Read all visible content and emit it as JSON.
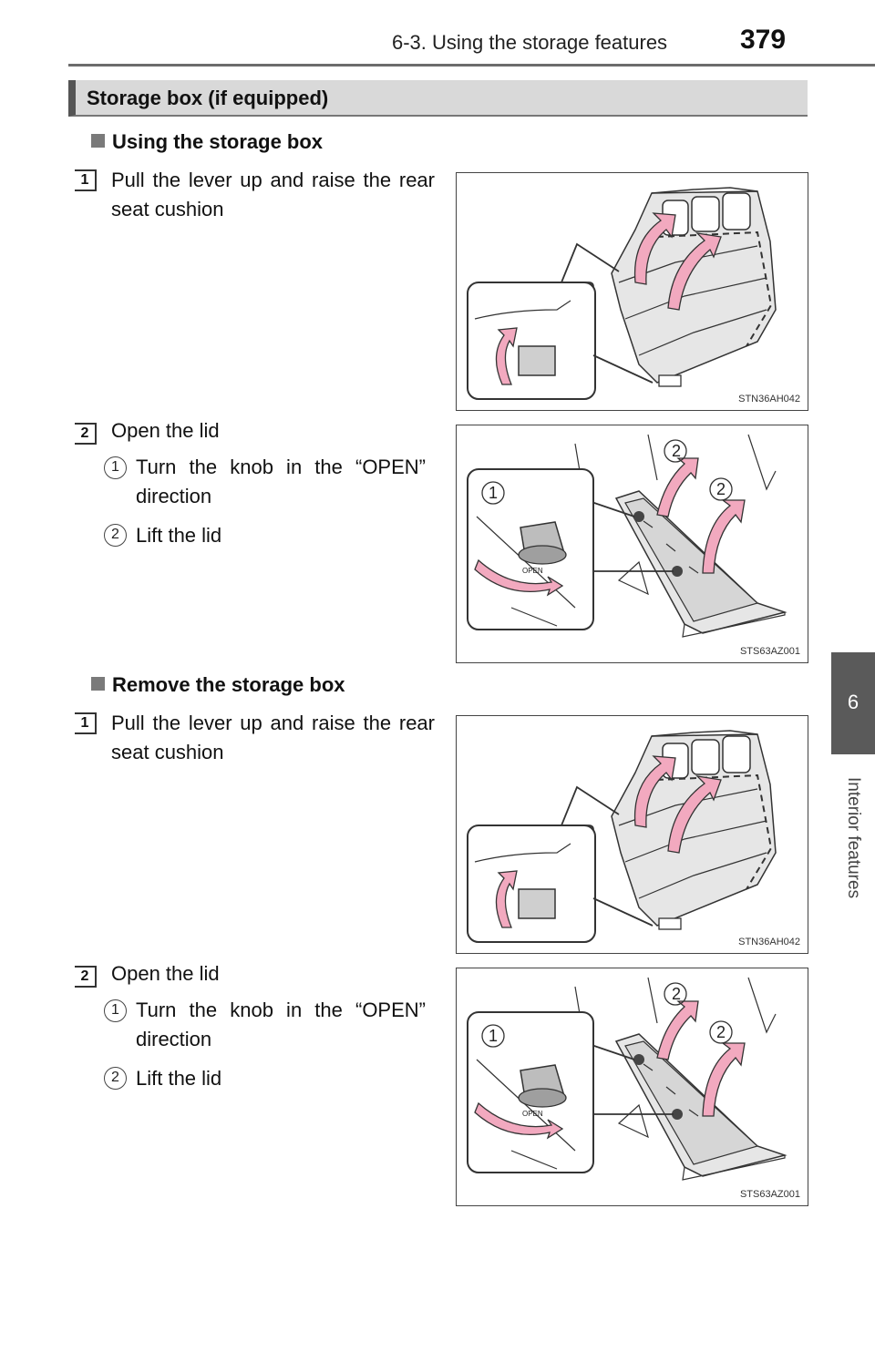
{
  "header": {
    "section": "6-3. Using the storage features",
    "page": "379"
  },
  "side_tab": {
    "number": "6",
    "label": "Interior features"
  },
  "section_title": "Storage box (if equipped)",
  "blocks": [
    {
      "heading": "Using the storage box",
      "steps": [
        {
          "num": "1",
          "text": "Pull the lever up and raise the rear seat cushion",
          "figure_code": "STN36AH042"
        },
        {
          "num": "2",
          "text": "Open the lid",
          "subs": [
            {
              "num": "1",
              "text": "Turn the knob in the “OPEN” direction"
            },
            {
              "num": "2",
              "text": "Lift the lid"
            }
          ],
          "figure_code": "STS63AZ001",
          "callouts": [
            "1",
            "2",
            "2"
          ],
          "knob_label": "OPEN"
        }
      ]
    },
    {
      "heading": "Remove the storage box",
      "steps": [
        {
          "num": "1",
          "text": "Pull the lever up and raise the rear seat cushion",
          "figure_code": "STN36AH042"
        },
        {
          "num": "2",
          "text": "Open the lid",
          "subs": [
            {
              "num": "1",
              "text": "Turn the knob in the “OPEN” direction"
            },
            {
              "num": "2",
              "text": "Lift the lid"
            }
          ],
          "figure_code": "STS63AZ001",
          "callouts": [
            "1",
            "2",
            "2"
          ],
          "knob_label": "OPEN"
        }
      ]
    }
  ],
  "colors": {
    "arrow": "#f2a9bf",
    "arrow_stroke": "#333333",
    "seat_fill": "#e6e6e6",
    "tab_bg": "#5a5a5a",
    "bar_bg": "#d9d9d9"
  }
}
